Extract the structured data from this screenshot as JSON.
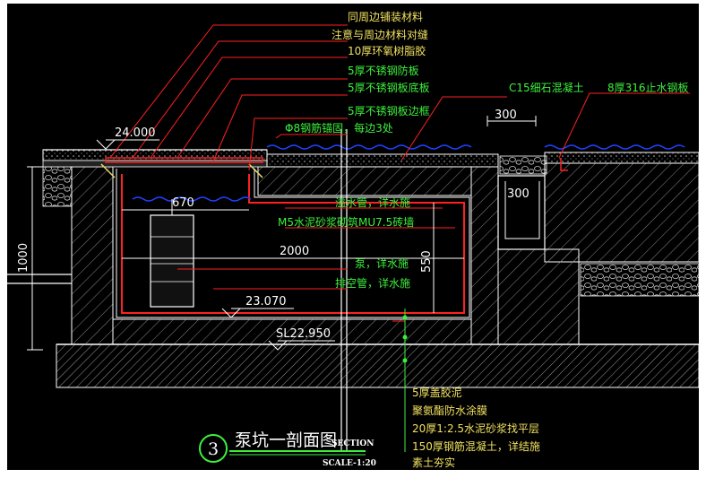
{
  "colors": {
    "background": "#000000",
    "structure_white": "#ffffff",
    "leader_red": "#ff2020",
    "note_yellow": "#f0e060",
    "note_green": "#3cf03c",
    "water_blue": "#2040ff",
    "hatch_gray": "#8a8a8a"
  },
  "annotations_top": [
    "同周边铺装材料",
    "注意与周边材料对缝",
    "10厚环氧树脂胶",
    "5厚不锈钢防板",
    "5厚不锈钢板底板",
    "5厚不锈钢板边框",
    "Φ8钢筋锚固，每边3处"
  ],
  "annotations_right_top": {
    "concrete": "C15细石混凝土",
    "waterstop": "8厚316止水钢板"
  },
  "annotations_mid": [
    "溢水管，详水施",
    "M5水泥砂浆砌筑MU7.5砖墙",
    "泵，详水施",
    "排空管，详水施"
  ],
  "annotations_bottom": [
    "5厚盖胶泥",
    "聚氨酯防水涂膜",
    "20厚1:2.5水泥砂浆找平层",
    "150厚钢筋混凝土，详结施",
    "素土夯实"
  ],
  "dimensions": {
    "elev_top": "24.000",
    "width_670": "670",
    "width_2000": "2000",
    "elev_pump": "23.070",
    "elev_sl": "SL22.950",
    "height_1000": "1000",
    "height_550": "550",
    "drain_300_top": "300",
    "drain_300_inner": "300"
  },
  "title": {
    "number": "3",
    "name": "泵坑一剖面图",
    "section": "SECTION",
    "scale": "SCALE-1:20"
  }
}
